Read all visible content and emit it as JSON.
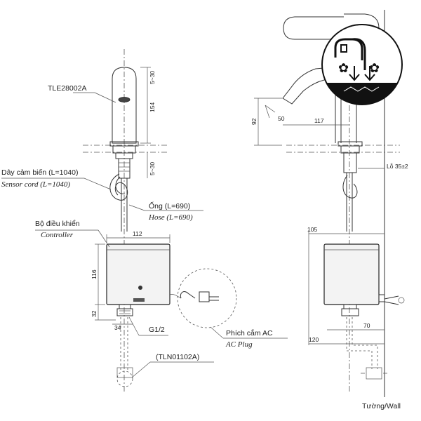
{
  "labels": {
    "model": "TLE28002A",
    "sensor_cord_vi": "Dây cảm biến (L=1040)",
    "sensor_cord_en": "Sensor cord (L=1040)",
    "hose_vi": "Ống (L=690)",
    "hose_en": "Hose (L=690)",
    "controller_vi": "Bộ điều khiển",
    "controller_en": "Controller",
    "thread": "G1/2",
    "fitting": "(TLN01102A)",
    "plug_vi": "Phích cắm AC",
    "plug_en": "AC Plug",
    "wall": "Tường/Wall",
    "hole": "Lỗ 35±2"
  },
  "dimensions": {
    "d154": "154",
    "d5_30_top": "5~30",
    "d5_30_bot": "5~30",
    "d112": "112",
    "d116": "116",
    "d32": "32",
    "d34": "34",
    "d92": "92",
    "d117": "117",
    "d50": "50",
    "d105": "105",
    "d70": "70",
    "d120": "120"
  },
  "colors": {
    "line": "#333333",
    "body": "#f3f3f3",
    "band": "#111111"
  },
  "icons": [
    "sensor-faucet-icon"
  ]
}
